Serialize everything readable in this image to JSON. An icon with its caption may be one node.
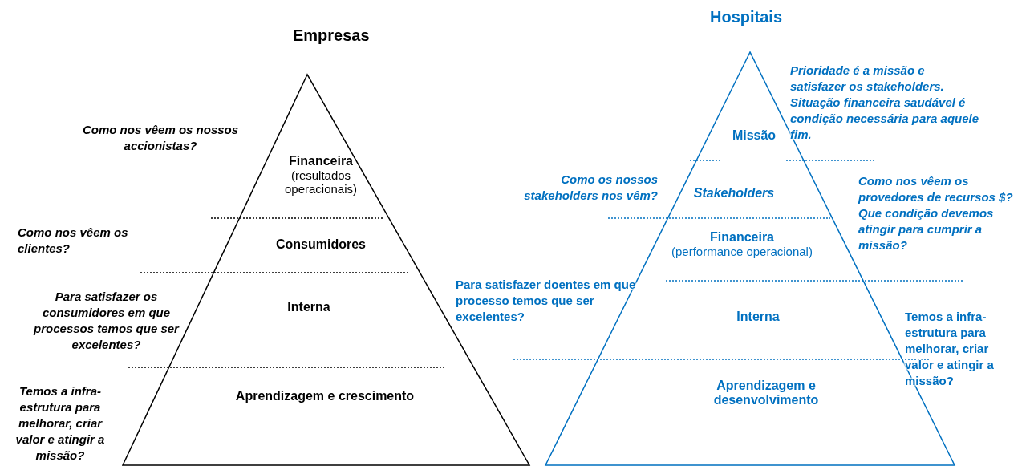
{
  "diagram": {
    "nodes": [
      {
        "text": [
          "Empresas"
        ]
      },
      {
        "text": [
          "Financeira",
          "(resultados operacionais)"
        ],
        "in": 0
      },
      {
        "text": [
          "Consumidores"
        ],
        "in": 0
      },
      {
        "text": [
          "Interna"
        ],
        "in": 0
      },
      {
        "text": [
          "Aprendizagem e crescimento"
        ],
        "in": 0
      },
      {
        "text": [
          "Hospitais"
        ]
      },
      {
        "text": [
          "Missão"
        ],
        "in": 5
      },
      {
        "text": [
          "Stakeholders"
        ],
        "in": 5
      },
      {
        "text": [
          "Financeira",
          "(performance operacional)"
        ],
        "in": 5
      },
      {
        "text": [
          "Interna"
        ],
        "in": 5
      },
      {
        "text": [
          "Aprendizagem e desenvolvimento"
        ],
        "in": 5
      }
    ],
    "labels": [
      "Como nos vêem os nossos accionistas?",
      "Como nos vêem os clientes?",
      "Para satisfazer os consumidores em que processos temos que ser excelentes?",
      "Temos a infra-estrutura para melhorar, criar valor e atingir a missão?",
      "Prioridade é a missão e satisfazer os stakeholders. Situação financeira saudável é condição necessária para aquele fim.",
      "Como os nossos stakeholders nos vêm?",
      "Como nos vêem os provedores de recursos $? Que condição devemos atingir para cumprir a missão?",
      "Para satisfazer doentes em que processo temos que ser excelentes?",
      "Temos a infra-estrutura para melhorar, criar valor e atingir a missão?"
    ]
  }
}
